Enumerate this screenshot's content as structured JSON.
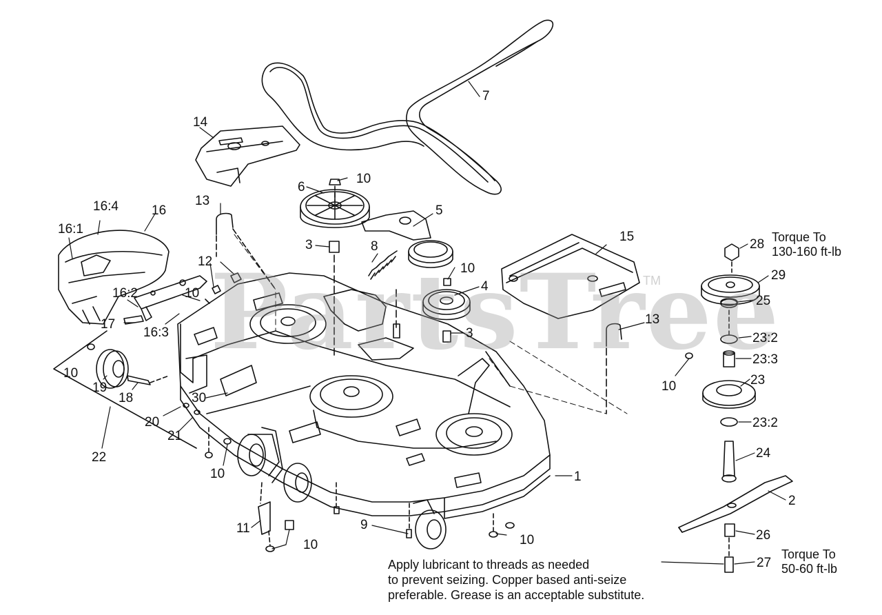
{
  "watermark": {
    "text": "PartsTree",
    "tm": "TM"
  },
  "callouts": [
    {
      "id": "c1",
      "label": "1"
    },
    {
      "id": "c2",
      "label": "2"
    },
    {
      "id": "c3a",
      "label": "3"
    },
    {
      "id": "c3b",
      "label": "3"
    },
    {
      "id": "c4",
      "label": "4"
    },
    {
      "id": "c5",
      "label": "5"
    },
    {
      "id": "c6",
      "label": "6"
    },
    {
      "id": "c7",
      "label": "7"
    },
    {
      "id": "c8",
      "label": "8"
    },
    {
      "id": "c9",
      "label": "9"
    },
    {
      "id": "c10a",
      "label": "10"
    },
    {
      "id": "c10b",
      "label": "10"
    },
    {
      "id": "c10c",
      "label": "10"
    },
    {
      "id": "c10d",
      "label": "10"
    },
    {
      "id": "c10e",
      "label": "10"
    },
    {
      "id": "c10f",
      "label": "10"
    },
    {
      "id": "c10g",
      "label": "10"
    },
    {
      "id": "c10h",
      "label": "10"
    },
    {
      "id": "c11",
      "label": "11"
    },
    {
      "id": "c12",
      "label": "12"
    },
    {
      "id": "c13a",
      "label": "13"
    },
    {
      "id": "c13b",
      "label": "13"
    },
    {
      "id": "c14",
      "label": "14"
    },
    {
      "id": "c15",
      "label": "15"
    },
    {
      "id": "c16",
      "label": "16"
    },
    {
      "id": "c16_1",
      "label": "16:1"
    },
    {
      "id": "c16_2",
      "label": "16:2"
    },
    {
      "id": "c16_3",
      "label": "16:3"
    },
    {
      "id": "c16_4",
      "label": "16:4"
    },
    {
      "id": "c17",
      "label": "17"
    },
    {
      "id": "c18",
      "label": "18"
    },
    {
      "id": "c19",
      "label": "19"
    },
    {
      "id": "c20",
      "label": "20"
    },
    {
      "id": "c21",
      "label": "21"
    },
    {
      "id": "c22",
      "label": "22"
    },
    {
      "id": "c23",
      "label": "23"
    },
    {
      "id": "c23_2a",
      "label": "23:2"
    },
    {
      "id": "c23_2b",
      "label": "23:2"
    },
    {
      "id": "c23_3",
      "label": "23:3"
    },
    {
      "id": "c24",
      "label": "24"
    },
    {
      "id": "c25",
      "label": "25"
    },
    {
      "id": "c26",
      "label": "26"
    },
    {
      "id": "c27",
      "label": "27"
    },
    {
      "id": "c28",
      "label": "28"
    },
    {
      "id": "c29",
      "label": "29"
    },
    {
      "id": "c30",
      "label": "30"
    }
  ],
  "torque_notes": [
    {
      "id": "t1",
      "lines": [
        "Torque To",
        "130-160 ft-lb"
      ]
    },
    {
      "id": "t2",
      "lines": [
        "Torque To",
        "50-60 ft-lb"
      ]
    }
  ],
  "lubricant_note": [
    "Apply lubricant to threads as needed",
    "to prevent seizing. Copper based anti-seize",
    "preferable. Grease is an acceptable substitute."
  ]
}
